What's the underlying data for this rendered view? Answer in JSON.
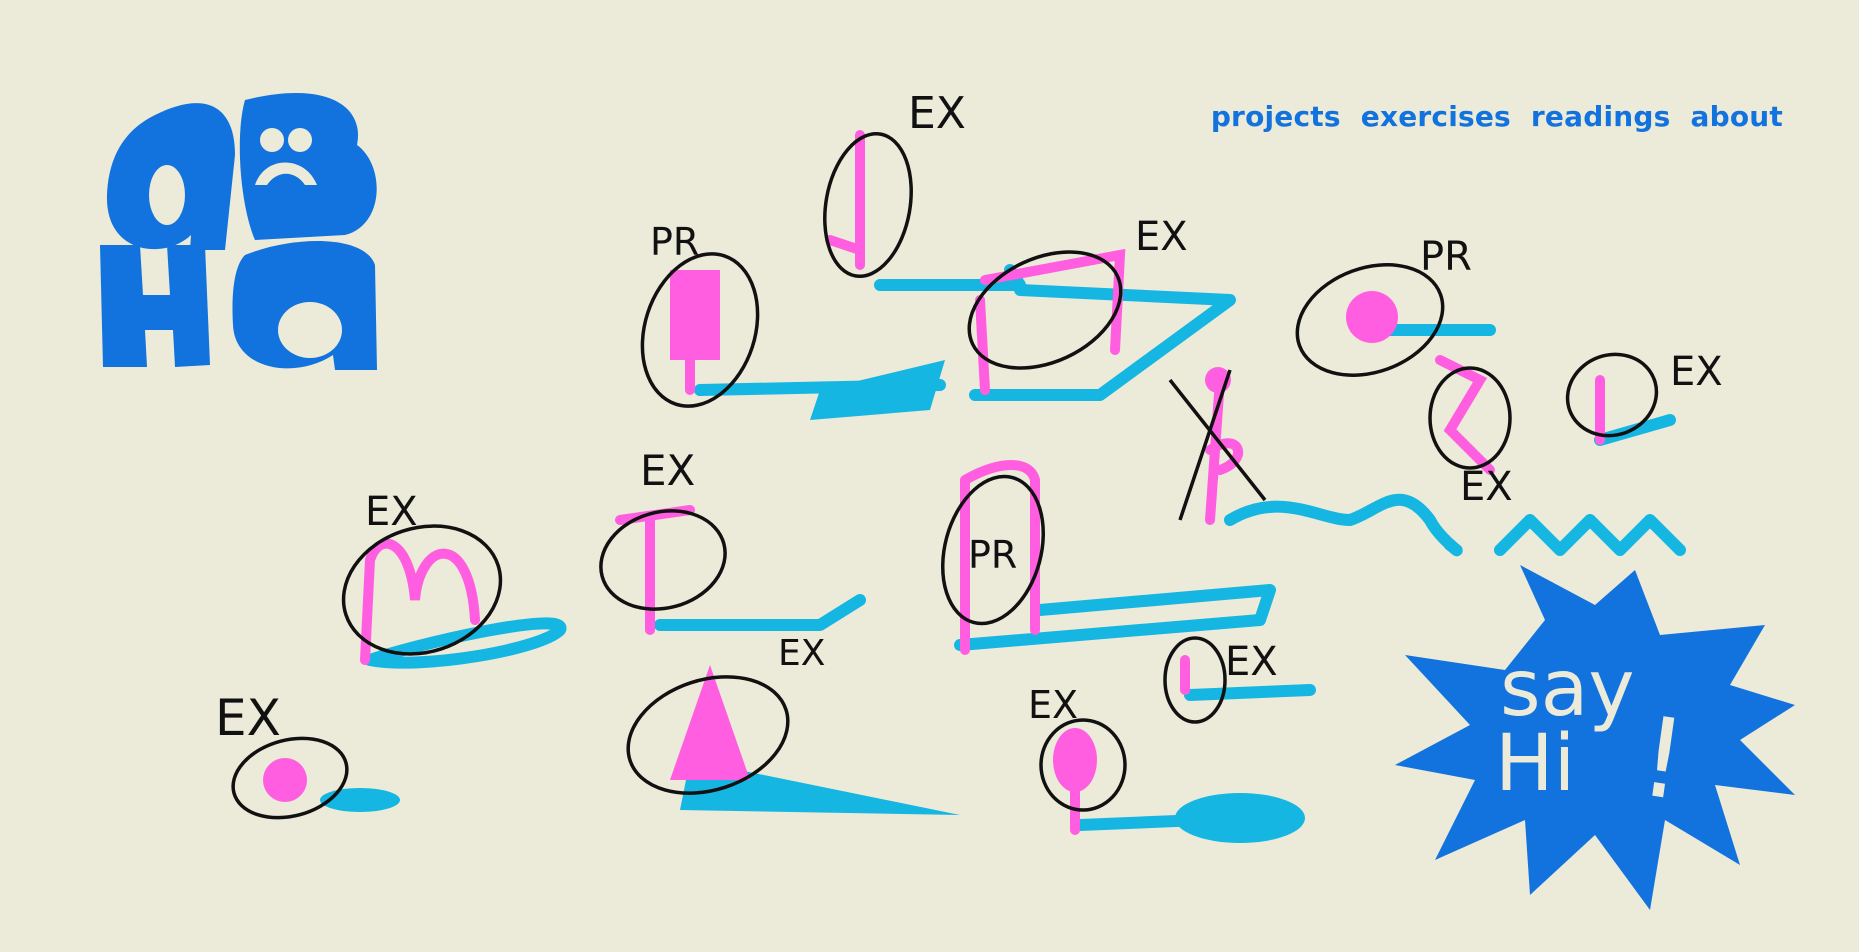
{
  "brand": {
    "name": "abha"
  },
  "nav": [
    {
      "label": "projects"
    },
    {
      "label": "exercises"
    },
    {
      "label": "readings"
    },
    {
      "label": "about"
    }
  ],
  "colors": {
    "background": "#ecead9",
    "blue": "#1273de",
    "pink": "#ff5ee0",
    "cyan": "#16b6e3",
    "ink": "#111111"
  },
  "nodes": [
    {
      "tag": "PR"
    },
    {
      "tag": "EX"
    },
    {
      "tag": "EX"
    },
    {
      "tag": "PR"
    },
    {
      "tag": "EX"
    },
    {
      "tag": "EX"
    },
    {
      "tag": "EX"
    },
    {
      "tag": "EX"
    },
    {
      "tag": "PR"
    },
    {
      "tag": "EX"
    },
    {
      "tag": "EX"
    },
    {
      "tag": "EX"
    },
    {
      "tag": "EX"
    }
  ],
  "cta": {
    "line1": "say",
    "line2": "Hi",
    "mark": "!"
  }
}
